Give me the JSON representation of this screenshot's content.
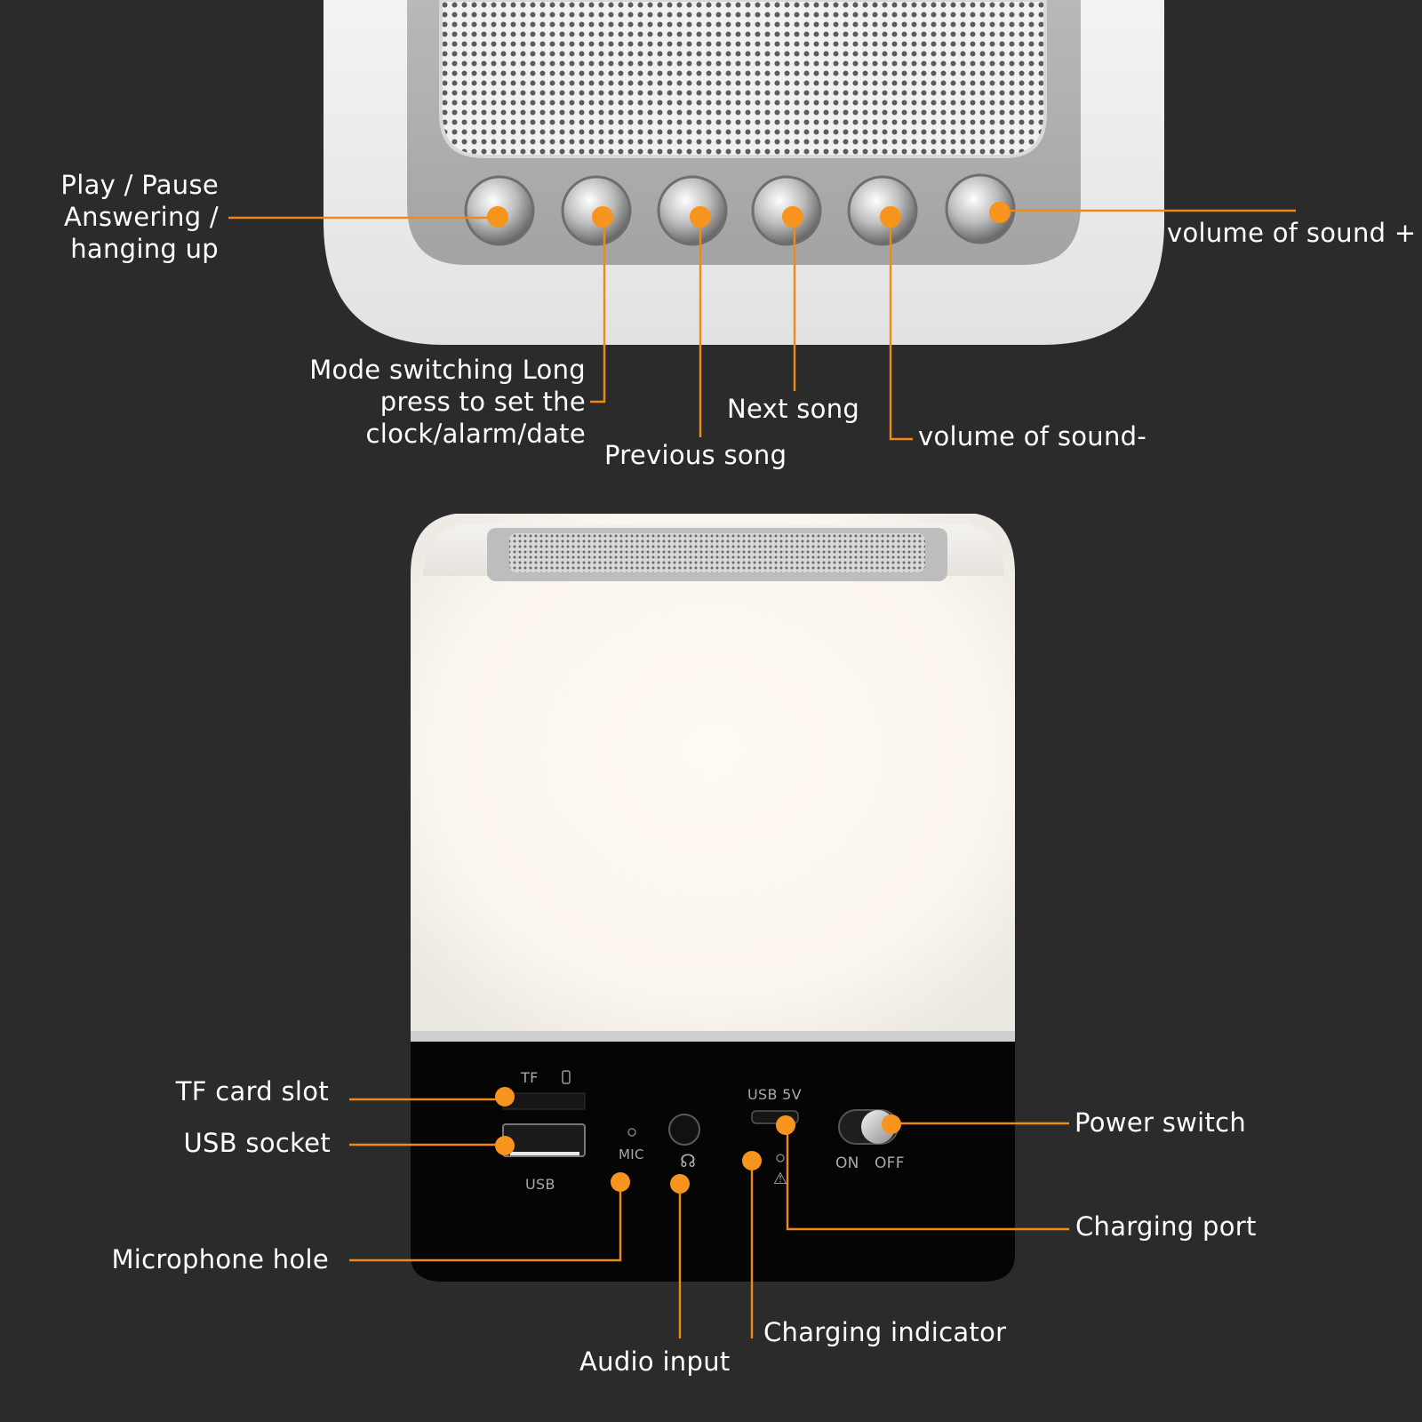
{
  "top_labels": {
    "play_pause": [
      "Play / Pause",
      "Answering /",
      "hanging up"
    ],
    "mode": [
      "Mode switching Long",
      "press to set the",
      "clock/alarm/date"
    ],
    "previous": "Previous song",
    "next": "Next song",
    "volume_down": "volume of sound-",
    "volume_up": "volume of sound +"
  },
  "bottom_labels": {
    "tf_card": "TF card slot",
    "usb_socket": "USB socket",
    "microphone": "Microphone hole",
    "audio_input": "Audio input",
    "charging_indicator": "Charging indicator",
    "charging_port": "Charging port",
    "power_switch": "Power switch"
  },
  "device_markings": {
    "tf": "TF",
    "usb": "USB",
    "mic": "MIC",
    "usb5v": "USB 5V",
    "on": "ON",
    "off": "OFF"
  },
  "colors": {
    "background": "#2b2b2b",
    "accent": "#f7941d",
    "text": "#ffffff"
  }
}
